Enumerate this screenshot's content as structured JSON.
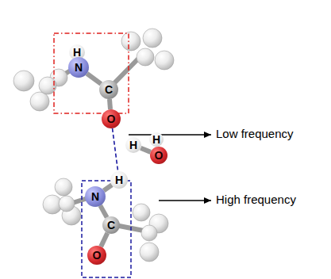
{
  "diagram": {
    "nodes": [
      {
        "text": [
          "H"
        ]
      },
      {
        "text": [
          "N"
        ]
      },
      {
        "text": [
          "C"
        ]
      },
      {
        "text": [
          "O"
        ]
      },
      {
        "text": [
          "H"
        ]
      },
      {
        "text": [
          "H"
        ]
      },
      {
        "text": [
          "O"
        ]
      },
      {
        "text": [
          "H"
        ]
      },
      {
        "text": [
          "N"
        ]
      },
      {
        "text": [
          "C"
        ]
      },
      {
        "text": [
          "O"
        ]
      }
    ],
    "edges": [
      {
        "from": 0,
        "to": 1,
        "arrow": "none"
      },
      {
        "from": 1,
        "to": 2,
        "arrow": "none"
      },
      {
        "from": 2,
        "to": 3,
        "arrow": "none"
      },
      {
        "from": 3,
        "to": 7,
        "arrow": "none"
      },
      {
        "from": 4,
        "to": 6,
        "arrow": "none"
      },
      {
        "from": 5,
        "to": 6,
        "arrow": "none"
      },
      {
        "from": 7,
        "to": 8,
        "arrow": "none"
      },
      {
        "from": 8,
        "to": 9,
        "arrow": "none"
      },
      {
        "from": 9,
        "to": 10,
        "arrow": "none"
      }
    ],
    "labels": [
      "Low frequency",
      "High frequency"
    ]
  }
}
